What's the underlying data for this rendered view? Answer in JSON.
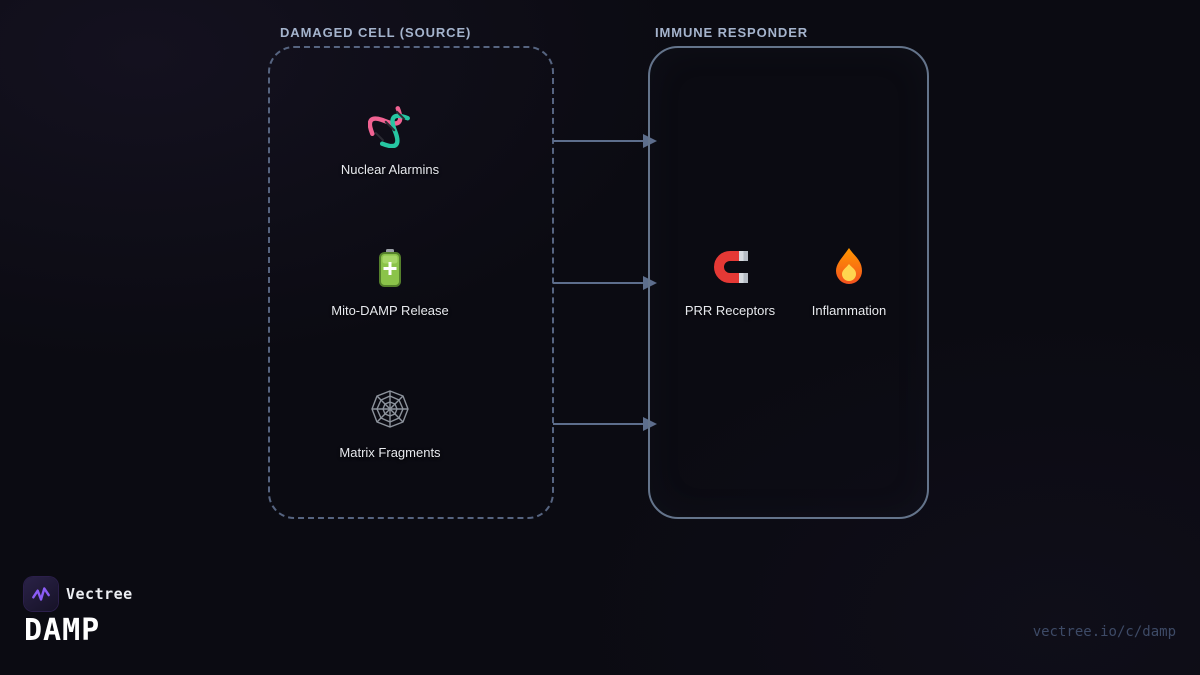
{
  "source_box": {
    "title": "DAMAGED CELL (SOURCE)",
    "items": [
      {
        "label": "Nuclear Alarmins",
        "icon": "dna-icon"
      },
      {
        "label": "Mito-DAMP Release",
        "icon": "battery-icon"
      },
      {
        "label": "Matrix Fragments",
        "icon": "spider-web-icon"
      }
    ]
  },
  "responder_box": {
    "title": "IMMUNE RESPONDER",
    "items": [
      {
        "label": "PRR Receptors",
        "icon": "magnet-icon"
      },
      {
        "label": "Inflammation",
        "icon": "fire-icon"
      }
    ]
  },
  "connections": {
    "arrow_count": 3,
    "direction": "left-to-right"
  },
  "footer": {
    "brand": "Vectree",
    "title": "DAMP",
    "url": "vectree.io/c/damp"
  },
  "colors": {
    "background": "#0b0b12",
    "solid_border": "#64748b",
    "dashed_border": "#566480",
    "heading": "#a5b4cd",
    "label": "#e7e9ee",
    "arrow": "#5d6e8c",
    "accent": "#8b5cf6"
  }
}
